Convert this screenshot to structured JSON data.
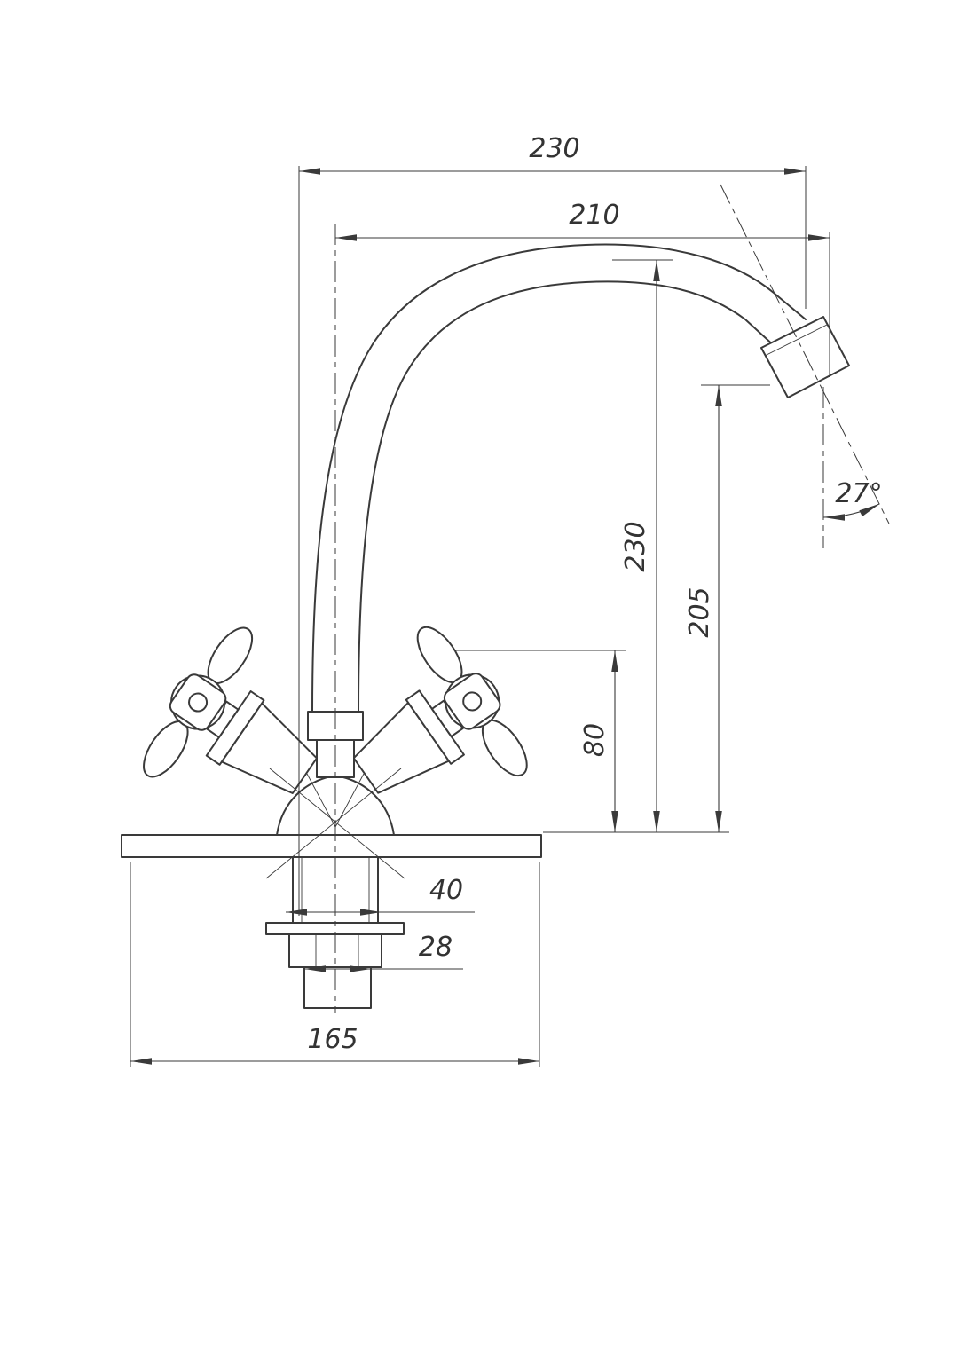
{
  "drawing": {
    "labels": {
      "overall_reach": "230",
      "spout_reach": "210",
      "spout_height": "230",
      "outlet_height": "205",
      "handle_height": "80",
      "shank_width": "40",
      "tailpiece_width": "28",
      "base_width": "165",
      "outlet_angle": "27°"
    },
    "colors": {
      "line": "#3a3a3a",
      "text": "#333333",
      "background": "#ffffff"
    }
  }
}
